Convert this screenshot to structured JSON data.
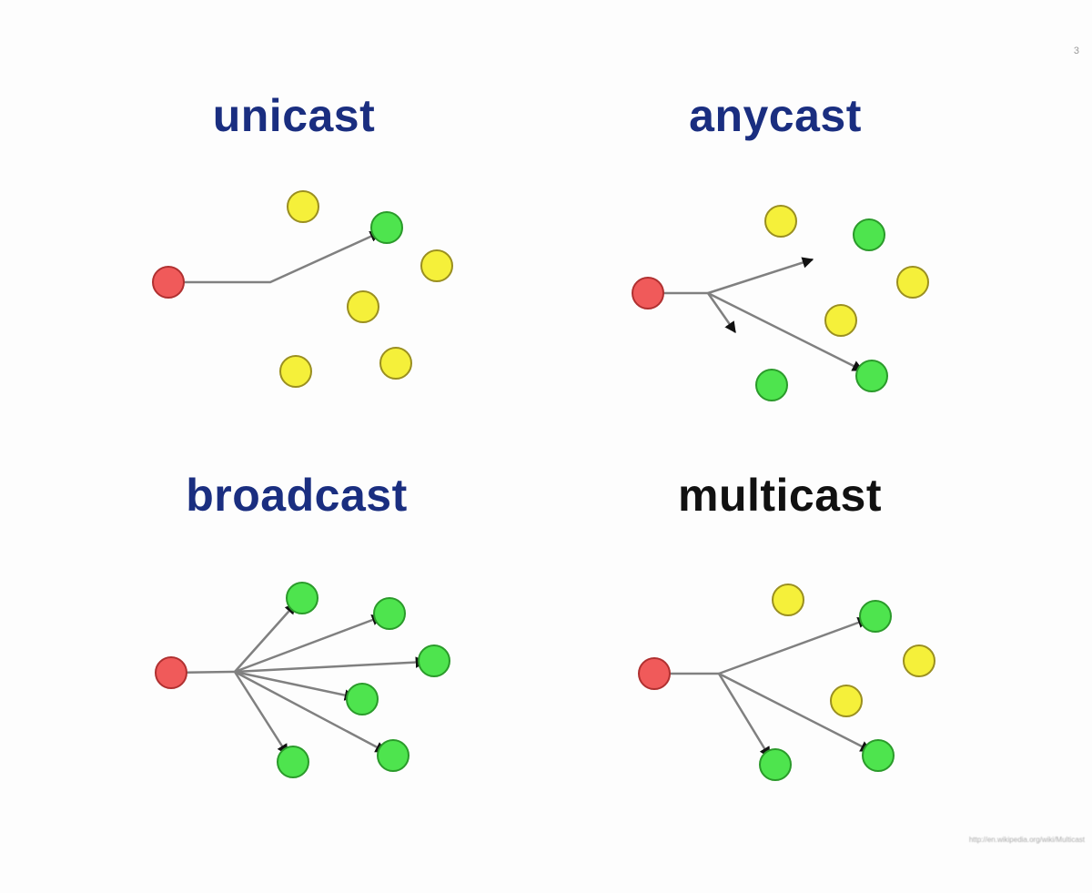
{
  "slide_number": "3",
  "titles": {
    "unicast": "unicast",
    "anycast": "anycast",
    "broadcast": "broadcast",
    "multicast": "multicast"
  },
  "colors": {
    "title_blue": "#1a2e80",
    "title_black": "#111111",
    "source_node": "#f05a5a",
    "receiver_node": "#4ee44e",
    "non_receiver_node": "#f5f03a"
  },
  "source_url": "http://en.wikipedia.org/wiki/Multicast"
}
